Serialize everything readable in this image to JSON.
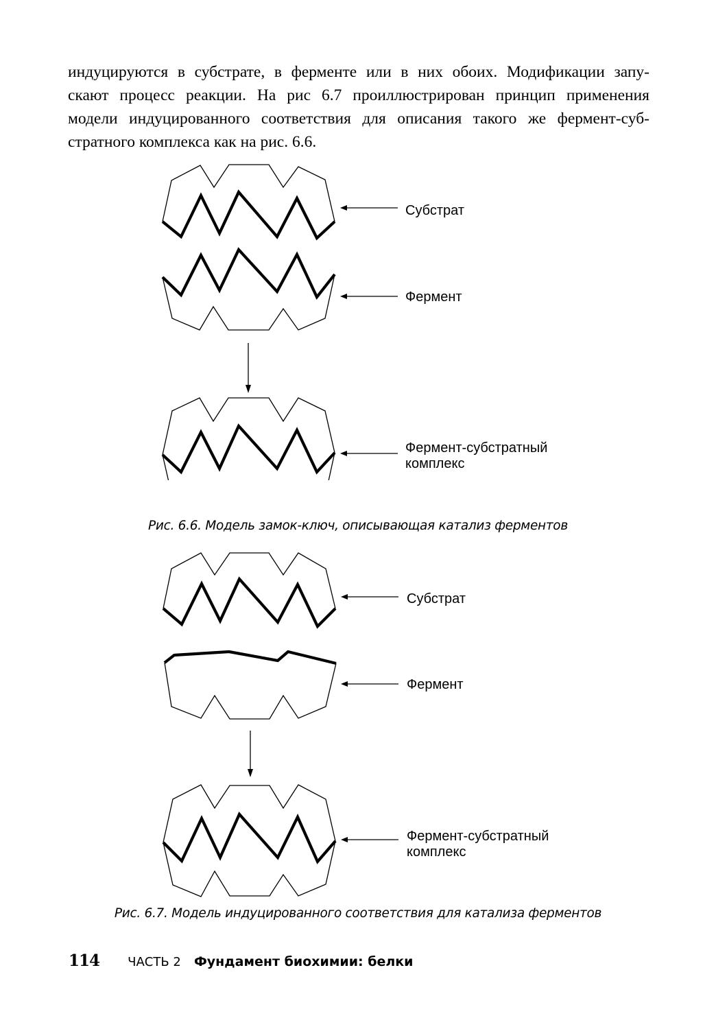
{
  "body_text": {
    "lines": [
      "индуцируются в субстрате, в ферменте или в них обоих. Модификации запу-",
      "скают процесс реакции. На рис 6.7 проиллюстрирован принцип применения",
      "модели индуцированного соответствия для описания такого же фермент-суб-",
      "стратного комплекса как на рис. 6.6."
    ]
  },
  "figure_6_6": {
    "labels": {
      "substrate": "Субстрат",
      "enzyme": "Фермент",
      "complex_line1": "Фермент-субстратный",
      "complex_line2": "комплекс"
    },
    "caption": "Рис. 6.6. Модель замок-ключ, описывающая катализ ферментов"
  },
  "figure_6_7": {
    "labels": {
      "substrate": "Субстрат",
      "enzyme": "Фермент",
      "complex_line1": "Фермент-субстратный",
      "complex_line2": "комплекс"
    },
    "caption": "Рис. 6.7. Модель индуцированного соответствия для катализа ферментов"
  },
  "footer": {
    "page_number": "114",
    "part": "ЧАСТЬ 2",
    "chapter_title": "Фундамент биохимии: белки"
  }
}
